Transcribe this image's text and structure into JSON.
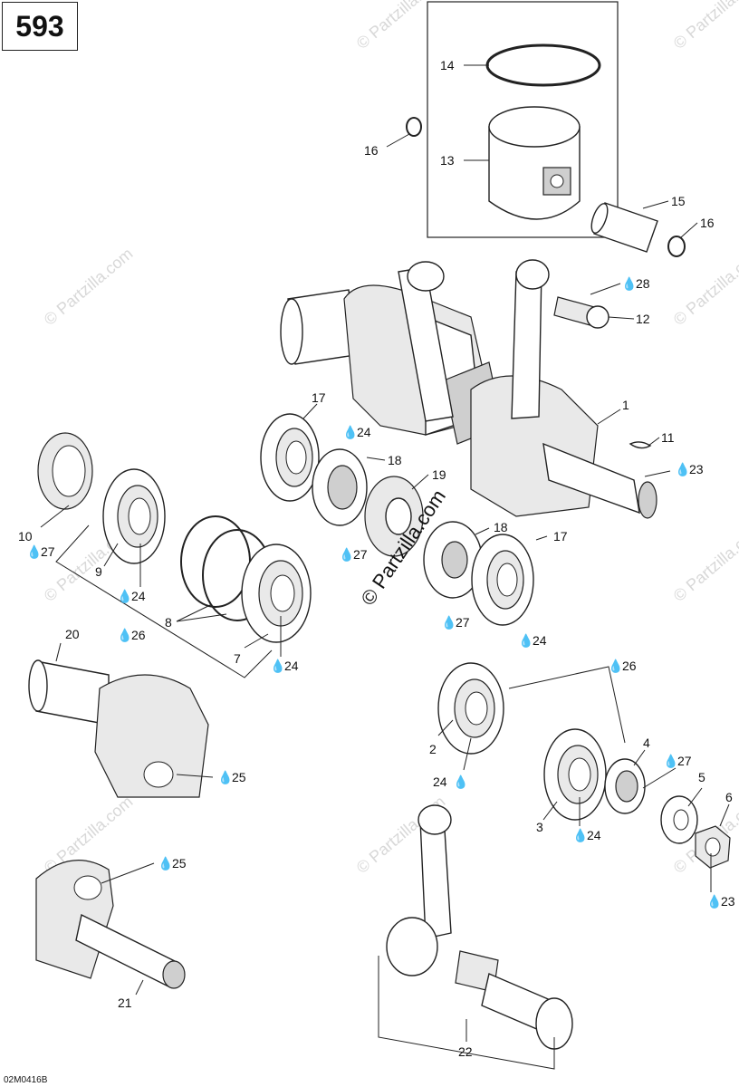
{
  "page_badge": "593",
  "drawing_code": "02M0416B",
  "watermark": "© Partzilla.com",
  "labels": [
    {
      "key": "14",
      "text": "14"
    },
    {
      "key": "16a",
      "text": "16"
    },
    {
      "key": "13",
      "text": "13"
    },
    {
      "key": "15",
      "text": "15"
    },
    {
      "key": "16b",
      "text": "16"
    },
    {
      "key": "28",
      "text": "28"
    },
    {
      "key": "12",
      "text": "12"
    },
    {
      "key": "17a",
      "text": "17"
    },
    {
      "key": "24a",
      "text": "24"
    },
    {
      "key": "1",
      "text": "1"
    },
    {
      "key": "18a",
      "text": "18"
    },
    {
      "key": "11",
      "text": "11"
    },
    {
      "key": "19",
      "text": "19"
    },
    {
      "key": "23a",
      "text": "23"
    },
    {
      "key": "27a",
      "text": "27"
    },
    {
      "key": "18b",
      "text": "18"
    },
    {
      "key": "17b",
      "text": "17"
    },
    {
      "key": "10",
      "text": "10"
    },
    {
      "key": "27b",
      "text": "27"
    },
    {
      "key": "9",
      "text": "9"
    },
    {
      "key": "24b",
      "text": "24"
    },
    {
      "key": "8",
      "text": "8"
    },
    {
      "key": "26a",
      "text": "26"
    },
    {
      "key": "27c",
      "text": "27"
    },
    {
      "key": "24c",
      "text": "24"
    },
    {
      "key": "20",
      "text": "20"
    },
    {
      "key": "7",
      "text": "7"
    },
    {
      "key": "24d",
      "text": "24"
    },
    {
      "key": "26b",
      "text": "26"
    },
    {
      "key": "25a",
      "text": "25"
    },
    {
      "key": "2",
      "text": "2"
    },
    {
      "key": "24e",
      "text": "24"
    },
    {
      "key": "4",
      "text": "4"
    },
    {
      "key": "27d",
      "text": "27"
    },
    {
      "key": "5",
      "text": "5"
    },
    {
      "key": "6",
      "text": "6"
    },
    {
      "key": "3",
      "text": "3"
    },
    {
      "key": "24f",
      "text": "24"
    },
    {
      "key": "25b",
      "text": "25"
    },
    {
      "key": "23b",
      "text": "23"
    },
    {
      "key": "21",
      "text": "21"
    },
    {
      "key": "22",
      "text": "22"
    }
  ]
}
